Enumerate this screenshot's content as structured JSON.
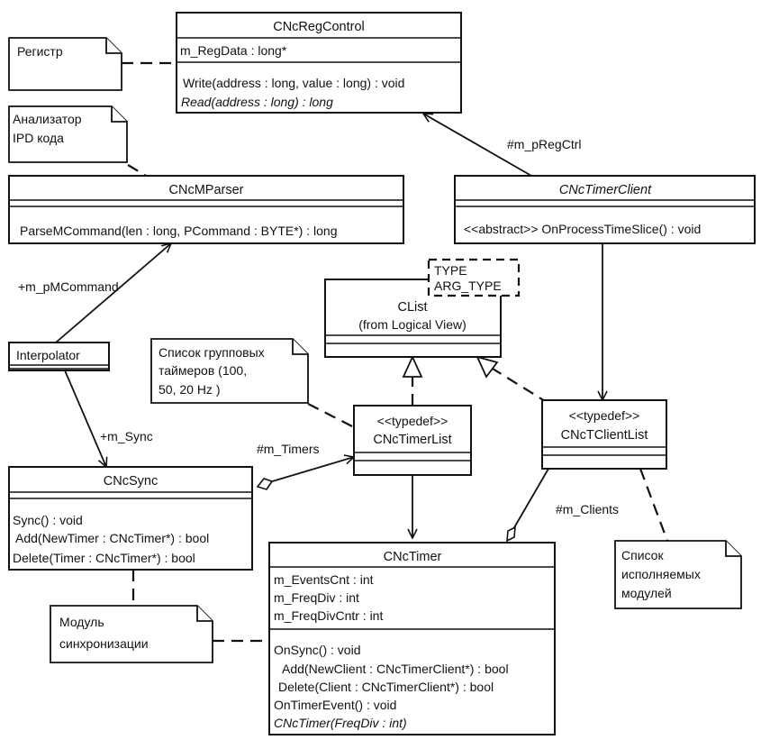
{
  "classes": {
    "regcontrol": {
      "name": "CNcRegControl",
      "attrs": [
        "m_RegData : long*"
      ],
      "ops": [
        "Write(address : long, value : long) : void",
        "Read(address : long) : long"
      ]
    },
    "mparser": {
      "name": "CNcMParser",
      "ops": [
        "ParseMCommand(len : long, PCommand : BYTE*) : long"
      ]
    },
    "timerclient": {
      "name": "CNcTimerClient",
      "ops": [
        "<<abstract>> OnProcessTimeSlice() : void"
      ]
    },
    "clist": {
      "name_line1": "CList",
      "name_line2": "(from Logical View)",
      "template_params": [
        "TYPE",
        "ARG_TYPE"
      ]
    },
    "interpolator": {
      "name": "Interpolator"
    },
    "timerlist": {
      "stereotype": "<<typedef>>",
      "name": "CNcTimerList"
    },
    "tclientlist": {
      "stereotype": "<<typedef>>",
      "name": "CNcTClientList"
    },
    "sync": {
      "name": "CNcSync",
      "ops": [
        "Sync() : void",
        "Add(NewTimer : CNcTimer*) : bool",
        "Delete(Timer : CNcTimer*) : bool"
      ]
    },
    "timer": {
      "name": "CNcTimer",
      "attrs": [
        "m_EventsCnt : int",
        "m_FreqDiv : int",
        "m_FreqDivCntr : int"
      ],
      "ops": [
        "OnSync() : void",
        "Add(NewClient : CNcTimerClient*) : bool",
        "Delete(Client : CNcTimerClient*) : bool",
        "OnTimerEvent() : void",
        "CNcTimer(FreqDiv : int)"
      ]
    }
  },
  "notes": {
    "register": [
      "Регистр"
    ],
    "analyzer": [
      "Анализатор",
      "IPD кода"
    ],
    "timer_groups": [
      "Список групповых",
      "таймеров (100,",
      "50, 20 Hz )"
    ],
    "sync_module": [
      "Модуль",
      "синхронизации"
    ],
    "modules_list": [
      "Список",
      "исполняемых",
      "модулей"
    ]
  },
  "roles": {
    "preg_ctrl": "#m_pRegCtrl",
    "pm_command": "+m_pMCommand",
    "m_sync": "+m_Sync",
    "m_timers": "#m_Timers",
    "m_clients": "#m_Clients"
  }
}
